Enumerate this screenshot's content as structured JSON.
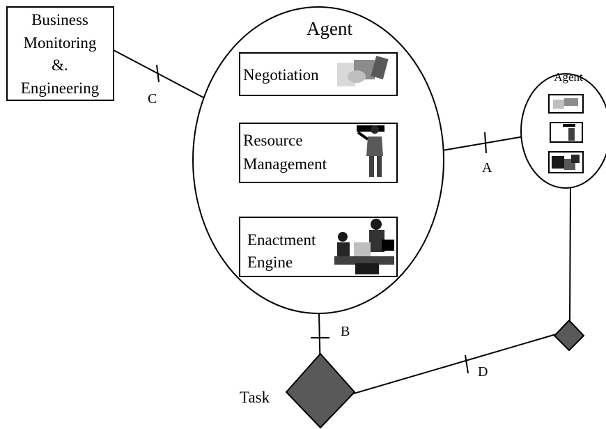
{
  "business_box": {
    "lines": [
      "Business",
      "Monitoring",
      "&.",
      "Engineering"
    ]
  },
  "main_agent": {
    "title": "Agent",
    "modules": {
      "negotiation": "Negotiation",
      "resource": [
        "Resource",
        "Management"
      ],
      "enactment": [
        "Enactment",
        "Engine"
      ]
    }
  },
  "small_agent": {
    "title": "Agent"
  },
  "task": {
    "label": "Task"
  },
  "connectors": {
    "a": "A",
    "b": "B",
    "c": "C",
    "d": "D"
  },
  "icons": [
    "handshake-icon",
    "presenter-icon",
    "meeting-icon"
  ],
  "colors": {
    "stroke": "#000000",
    "diamond_fill": "#595959",
    "background": "#ffffff"
  }
}
